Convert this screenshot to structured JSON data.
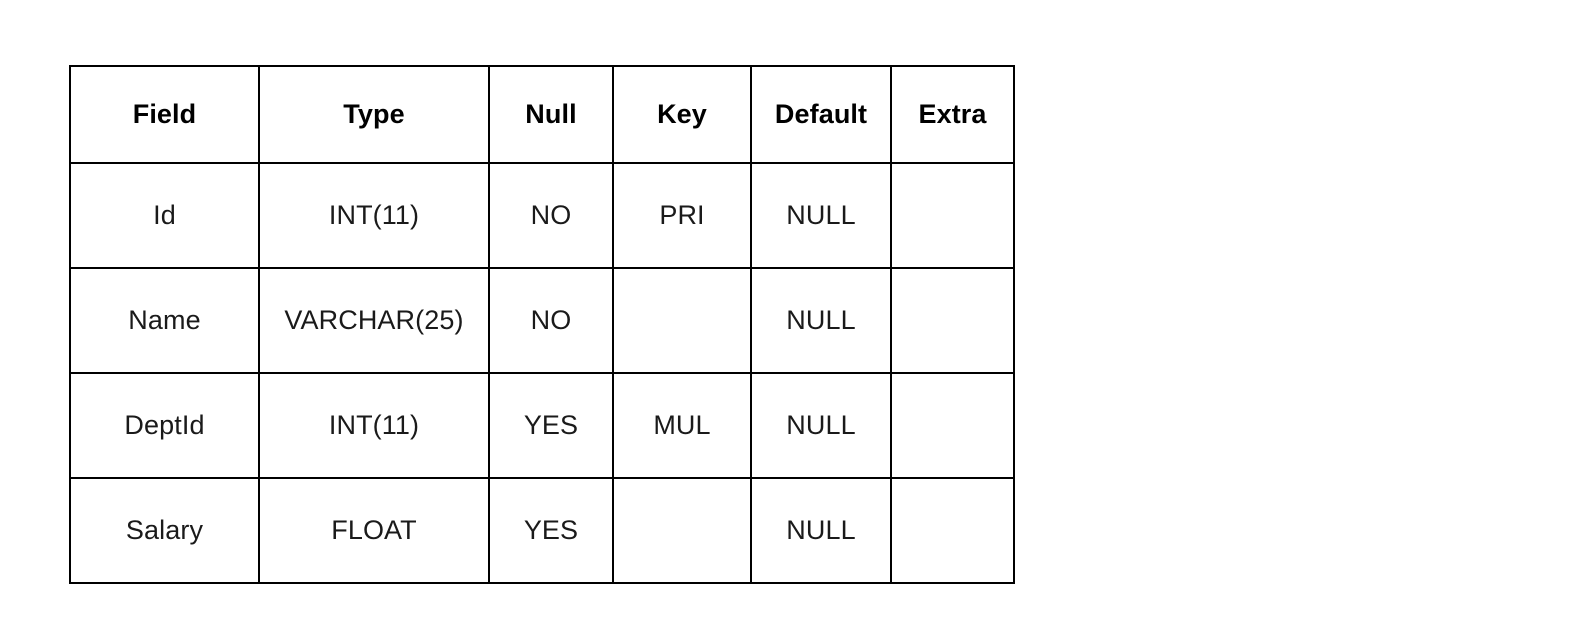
{
  "page": {
    "background_color": "#ffffff",
    "border_color": "#000000",
    "header_text_color": "#000000",
    "cell_text_color": "#1a1a1a"
  },
  "table": {
    "name": "table-schema-description",
    "columns": [
      {
        "key": "field",
        "label": "Field"
      },
      {
        "key": "type",
        "label": "Type"
      },
      {
        "key": "null",
        "label": "Null"
      },
      {
        "key": "key",
        "label": "Key"
      },
      {
        "key": "default",
        "label": "Default"
      },
      {
        "key": "extra",
        "label": "Extra"
      }
    ],
    "rows": [
      {
        "field": "Id",
        "type": "INT(11)",
        "null": "NO",
        "key": "PRI",
        "default": "NULL",
        "extra": ""
      },
      {
        "field": "Name",
        "type": "VARCHAR(25)",
        "null": "NO",
        "key": "",
        "default": "NULL",
        "extra": ""
      },
      {
        "field": "DeptId",
        "type": "INT(11)",
        "null": "YES",
        "key": "MUL",
        "default": "NULL",
        "extra": ""
      },
      {
        "field": "Salary",
        "type": "FLOAT",
        "null": "YES",
        "key": "",
        "default": "NULL",
        "extra": ""
      }
    ]
  }
}
